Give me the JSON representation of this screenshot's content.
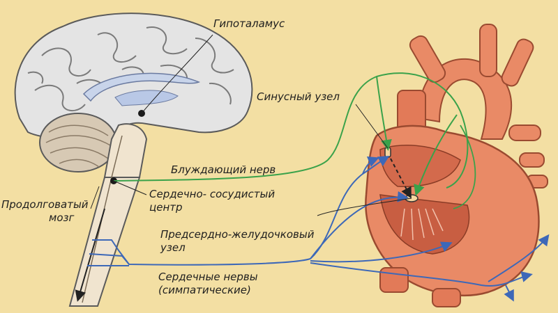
{
  "labels": {
    "hypothalamus": "Гипоталамус",
    "sinus_node": "Синусный узел",
    "vagus_nerve": "Блуждающий нерв",
    "cardio_center_line1": "Сердечно- сосудистый",
    "cardio_center_line2": "центр",
    "medulla_line1": "Продолговатый",
    "medulla_line2": "мозг",
    "av_node_line1": "Предсердно-желудочковый",
    "av_node_line2": "узел",
    "cardiac_nerves_line1": "Сердечные нервы",
    "cardiac_nerves_line2": "(симпатические)"
  },
  "colors": {
    "background": "#f3dfa3",
    "brain": "#e4e4e4",
    "brain_outline": "#5a5a5a",
    "cerebellum": "#d7c9b4",
    "brainstem": "#f0e4cf",
    "ventricle": "#c8d4ea",
    "heart": "#e98a66",
    "heart_dark": "#b95c40",
    "vagus_green": "#3aa24a",
    "sympathetic_blue": "#3d68b8"
  },
  "icons": {
    "brain": "brain-illustration",
    "heart": "heart-illustration"
  }
}
